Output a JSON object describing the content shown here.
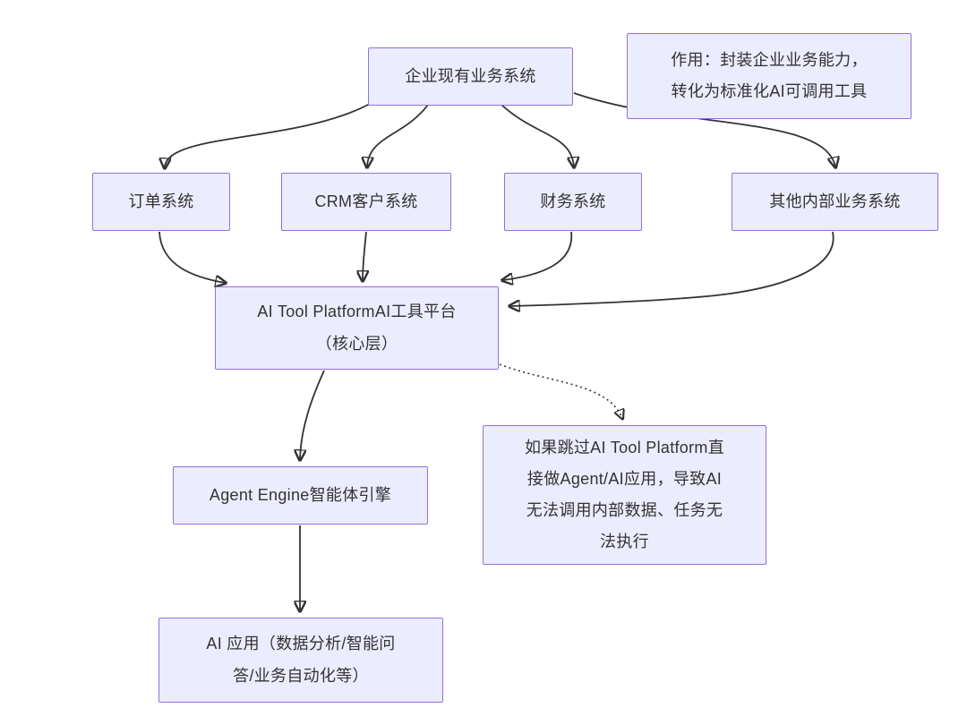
{
  "diagram": {
    "type": "flowchart",
    "colors": {
      "node_fill": "#ECECFF",
      "node_border": "#9370DB",
      "text": "#333333",
      "edge": "#333333",
      "background": "#FFFFFF"
    },
    "nodes": {
      "enterprise": {
        "label": "企业现有业务系统"
      },
      "note": {
        "label": "作用：封装企业业务能力，\n转化为标准化AI可调用工具"
      },
      "order": {
        "label": "订单系统"
      },
      "crm": {
        "label": "CRM客户系统"
      },
      "finance": {
        "label": "财务系统"
      },
      "other": {
        "label": "其他内部业务系统"
      },
      "platform": {
        "label": "AI Tool PlatformAI工具平台\n（核心层）"
      },
      "warning": {
        "label": "如果跳过AI Tool Platform直\n接做Agent/AI应用，导致AI\n无法调用内部数据、任务无\n法执行"
      },
      "agent": {
        "label": "Agent Engine智能体引擎"
      },
      "app": {
        "label": "AI 应用（数据分析/智能问\n答/业务自动化等）"
      }
    },
    "edges": [
      {
        "from": "enterprise",
        "to": "order",
        "style": "solid"
      },
      {
        "from": "enterprise",
        "to": "crm",
        "style": "solid"
      },
      {
        "from": "enterprise",
        "to": "finance",
        "style": "solid"
      },
      {
        "from": "enterprise",
        "to": "other",
        "style": "solid"
      },
      {
        "from": "order",
        "to": "platform",
        "style": "solid"
      },
      {
        "from": "crm",
        "to": "platform",
        "style": "solid"
      },
      {
        "from": "finance",
        "to": "platform",
        "style": "solid"
      },
      {
        "from": "other",
        "to": "platform",
        "style": "solid"
      },
      {
        "from": "platform",
        "to": "agent",
        "style": "solid"
      },
      {
        "from": "platform",
        "to": "warning",
        "style": "dotted"
      },
      {
        "from": "agent",
        "to": "app",
        "style": "solid"
      }
    ]
  }
}
